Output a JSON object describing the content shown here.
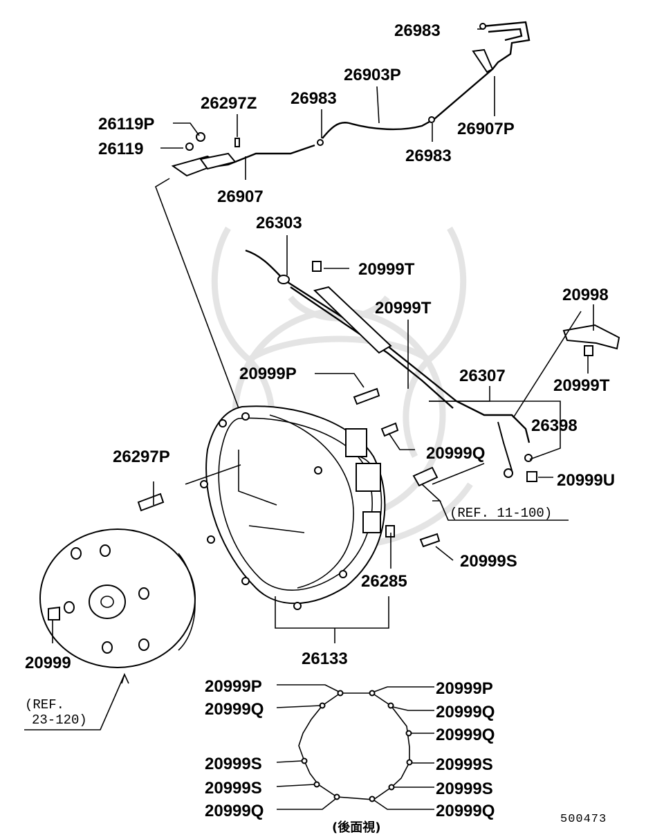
{
  "parts": {
    "p26983_a": "26983",
    "p26903P": "26903P",
    "p26907P": "26907P",
    "p26983_b": "26983",
    "p26983_c": "26983",
    "p26297Z": "26297Z",
    "p26119P": "26119P",
    "p26119": "26119",
    "p26907": "26907",
    "p26303": "26303",
    "p20999T_a": "20999T",
    "p20999T_b": "20999T",
    "p20998": "20998",
    "p20999T_c": "20999T",
    "p20999P": "20999P",
    "p26307": "26307",
    "p26398": "26398",
    "p26297P": "26297P",
    "p20999Q": "20999Q",
    "p20999U": "20999U",
    "p20999S": "20999S",
    "p26285": "26285",
    "p20999": "20999",
    "p26133": "26133"
  },
  "refs": {
    "ref_11_100": "(REF. 11-100)",
    "ref_23_120_line1": "(REF.",
    "ref_23_120_line2": "23-120)"
  },
  "rear_view": {
    "left": [
      "20999P",
      "20999Q",
      "20999S",
      "20999S",
      "20999Q"
    ],
    "right": [
      "20999P",
      "20999Q",
      "20999Q",
      "20999S",
      "20999S",
      "20999Q"
    ],
    "caption": "(後面視)"
  },
  "drawing_code": "500473"
}
